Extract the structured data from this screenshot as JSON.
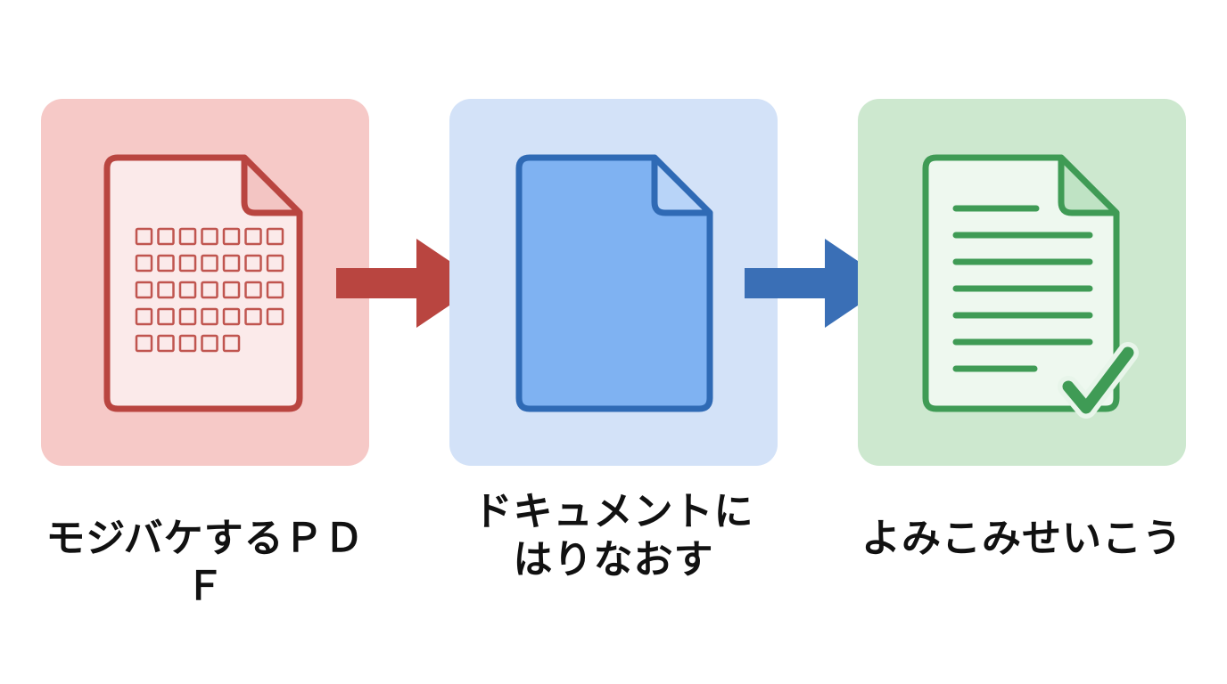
{
  "steps": [
    {
      "caption_lines": [
        "モジバケするＰＤＦ"
      ],
      "panel_color": "#f6c9c7",
      "accent_color": "#b94540",
      "icon": "garbled-document-icon"
    },
    {
      "caption_lines": [
        "ドキュメントに",
        "はりなおす"
      ],
      "panel_color": "#d3e2f8",
      "accent_color": "#2f6ab5",
      "icon": "blank-document-icon"
    },
    {
      "caption_lines": [
        "よみこみせいこう"
      ],
      "panel_color": "#cde8cf",
      "accent_color": "#3f9b55",
      "icon": "checked-document-icon"
    }
  ],
  "arrows": [
    {
      "color": "#b94540",
      "icon": "arrow-right-icon"
    },
    {
      "color": "#3a6fb6",
      "icon": "arrow-right-icon"
    }
  ]
}
